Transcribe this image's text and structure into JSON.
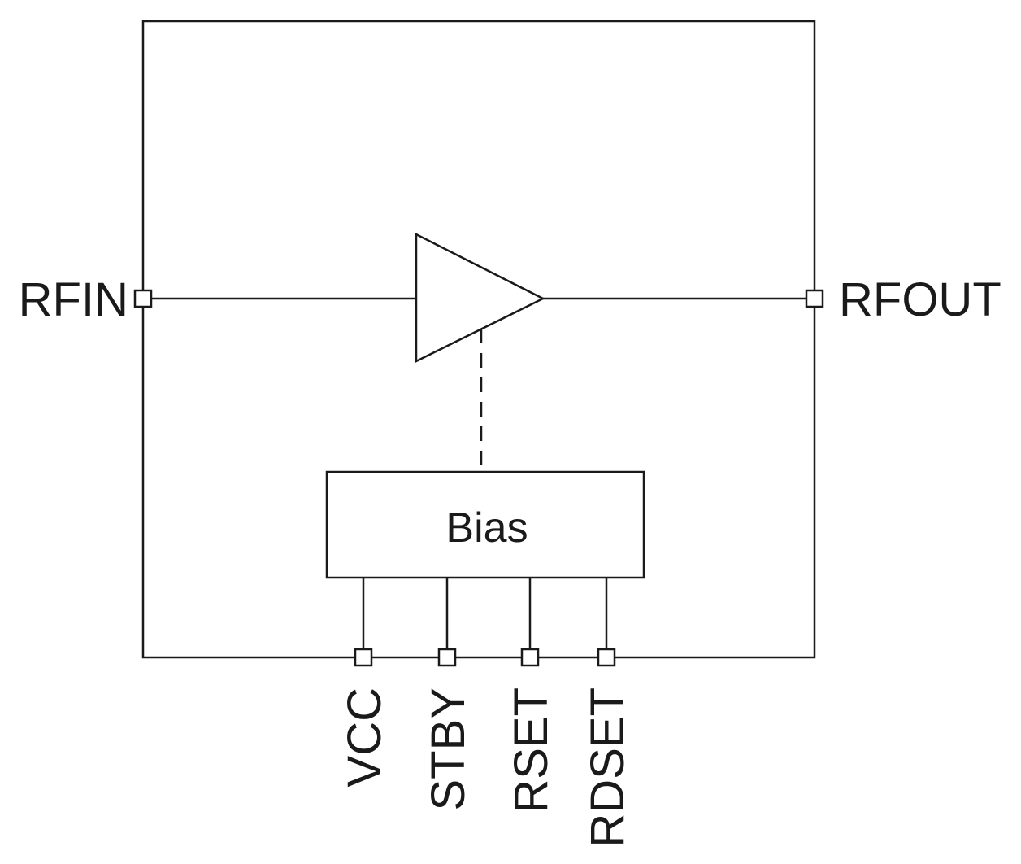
{
  "diagram": {
    "pins": {
      "rfin": "RFIN",
      "rfout": "RFOUT",
      "vcc": "VCC",
      "stby": "STBY",
      "rset": "RSET",
      "rdset": "RDSET"
    },
    "bias_block": "Bias"
  }
}
